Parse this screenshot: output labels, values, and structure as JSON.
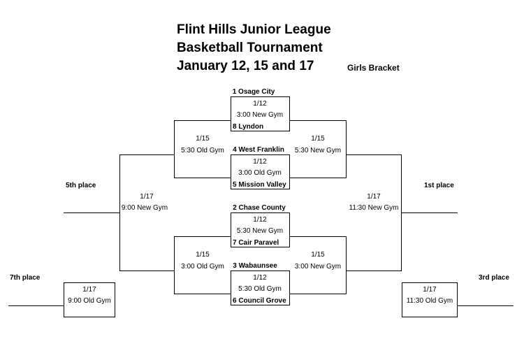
{
  "title": {
    "line1": "Flint Hills Junior League",
    "line2": "Basketball Tournament",
    "line3": "January 12, 15 and 17"
  },
  "bracket_name": "Girls Bracket",
  "teams": {
    "t1": "1 Osage City",
    "t8": "8 Lyndon",
    "t4": "4 West Franklin",
    "t5": "5 Mission Valley",
    "t2": "2 Chase County",
    "t7": "7 Cair Paravel",
    "t3": "3 Wabaunsee",
    "t6": "6 Council Grove"
  },
  "games": {
    "g1": {
      "date": "1/12",
      "time": "3:00 New Gym"
    },
    "g2": {
      "date": "1/12",
      "time": "3:00 Old Gym"
    },
    "g3": {
      "date": "1/12",
      "time": "5:30 New Gym"
    },
    "g4": {
      "date": "1/12",
      "time": "5:30 Old Gym"
    },
    "s_left_top": {
      "date": "1/15",
      "time": "5:30 Old Gym"
    },
    "s_right_top": {
      "date": "1/15",
      "time": "5:30 New Gym"
    },
    "s_left_bot": {
      "date": "1/15",
      "time": "3:00 Old Gym"
    },
    "s_right_bot": {
      "date": "1/15",
      "time": "3:00 New Gym"
    },
    "fifth": {
      "date": "1/17",
      "time": "9:00 New Gym"
    },
    "first": {
      "date": "1/17",
      "time": "11:30 New Gym"
    },
    "seventh": {
      "date": "1/17",
      "time": "9:00 Old Gym"
    },
    "third": {
      "date": "1/17",
      "time": "11:30 Old Gym"
    }
  },
  "places": {
    "fifth": "5th place",
    "first": "1st place",
    "seventh": "7th place",
    "third": "3rd place"
  }
}
